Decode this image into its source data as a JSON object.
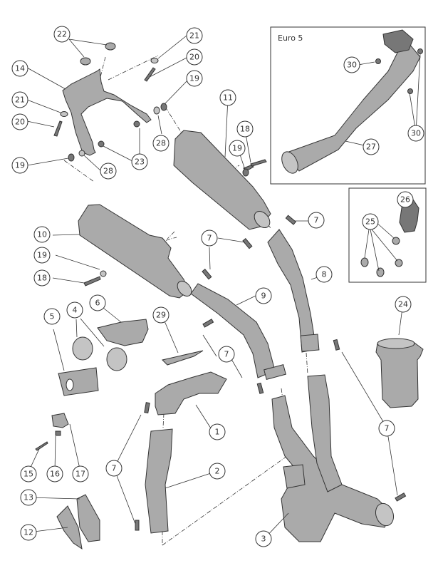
{
  "diagram": {
    "type": "exploded-parts-diagram",
    "subject": "motorcycle exhaust system",
    "insets": [
      {
        "id": "euro5",
        "label": "Euro 5",
        "callouts": [
          "27",
          "30",
          "30"
        ]
      },
      {
        "id": "plugs",
        "label": "",
        "callouts": [
          "26",
          "25"
        ]
      }
    ],
    "callouts": [
      {
        "id": "c22",
        "num": "22"
      },
      {
        "id": "c21a",
        "num": "21"
      },
      {
        "id": "c20a",
        "num": "20"
      },
      {
        "id": "c14",
        "num": "14"
      },
      {
        "id": "c19a",
        "num": "19"
      },
      {
        "id": "c21b",
        "num": "21"
      },
      {
        "id": "c20b",
        "num": "20"
      },
      {
        "id": "c28a",
        "num": "28"
      },
      {
        "id": "c23",
        "num": "23"
      },
      {
        "id": "c19b",
        "num": "19"
      },
      {
        "id": "c28b",
        "num": "28"
      },
      {
        "id": "c11",
        "num": "11"
      },
      {
        "id": "c18a",
        "num": "18"
      },
      {
        "id": "c19c",
        "num": "19"
      },
      {
        "id": "c7a",
        "num": "7"
      },
      {
        "id": "c10",
        "num": "10"
      },
      {
        "id": "c19d",
        "num": "19"
      },
      {
        "id": "c18b",
        "num": "18"
      },
      {
        "id": "c7b",
        "num": "7"
      },
      {
        "id": "c8",
        "num": "8"
      },
      {
        "id": "c9",
        "num": "9"
      },
      {
        "id": "c6",
        "num": "6"
      },
      {
        "id": "c4",
        "num": "4"
      },
      {
        "id": "c5",
        "num": "5"
      },
      {
        "id": "c29",
        "num": "29"
      },
      {
        "id": "c7c",
        "num": "7"
      },
      {
        "id": "c24",
        "num": "24"
      },
      {
        "id": "c1",
        "num": "1"
      },
      {
        "id": "c7d",
        "num": "7"
      },
      {
        "id": "c15",
        "num": "15"
      },
      {
        "id": "c16",
        "num": "16"
      },
      {
        "id": "c17",
        "num": "17"
      },
      {
        "id": "c7e",
        "num": "7"
      },
      {
        "id": "c2",
        "num": "2"
      },
      {
        "id": "c13",
        "num": "13"
      },
      {
        "id": "c12",
        "num": "12"
      },
      {
        "id": "c3",
        "num": "3"
      },
      {
        "id": "c30a",
        "num": "30"
      },
      {
        "id": "c30b",
        "num": "30"
      },
      {
        "id": "c27",
        "num": "27"
      },
      {
        "id": "c26",
        "num": "26"
      },
      {
        "id": "c25",
        "num": "25"
      }
    ]
  }
}
